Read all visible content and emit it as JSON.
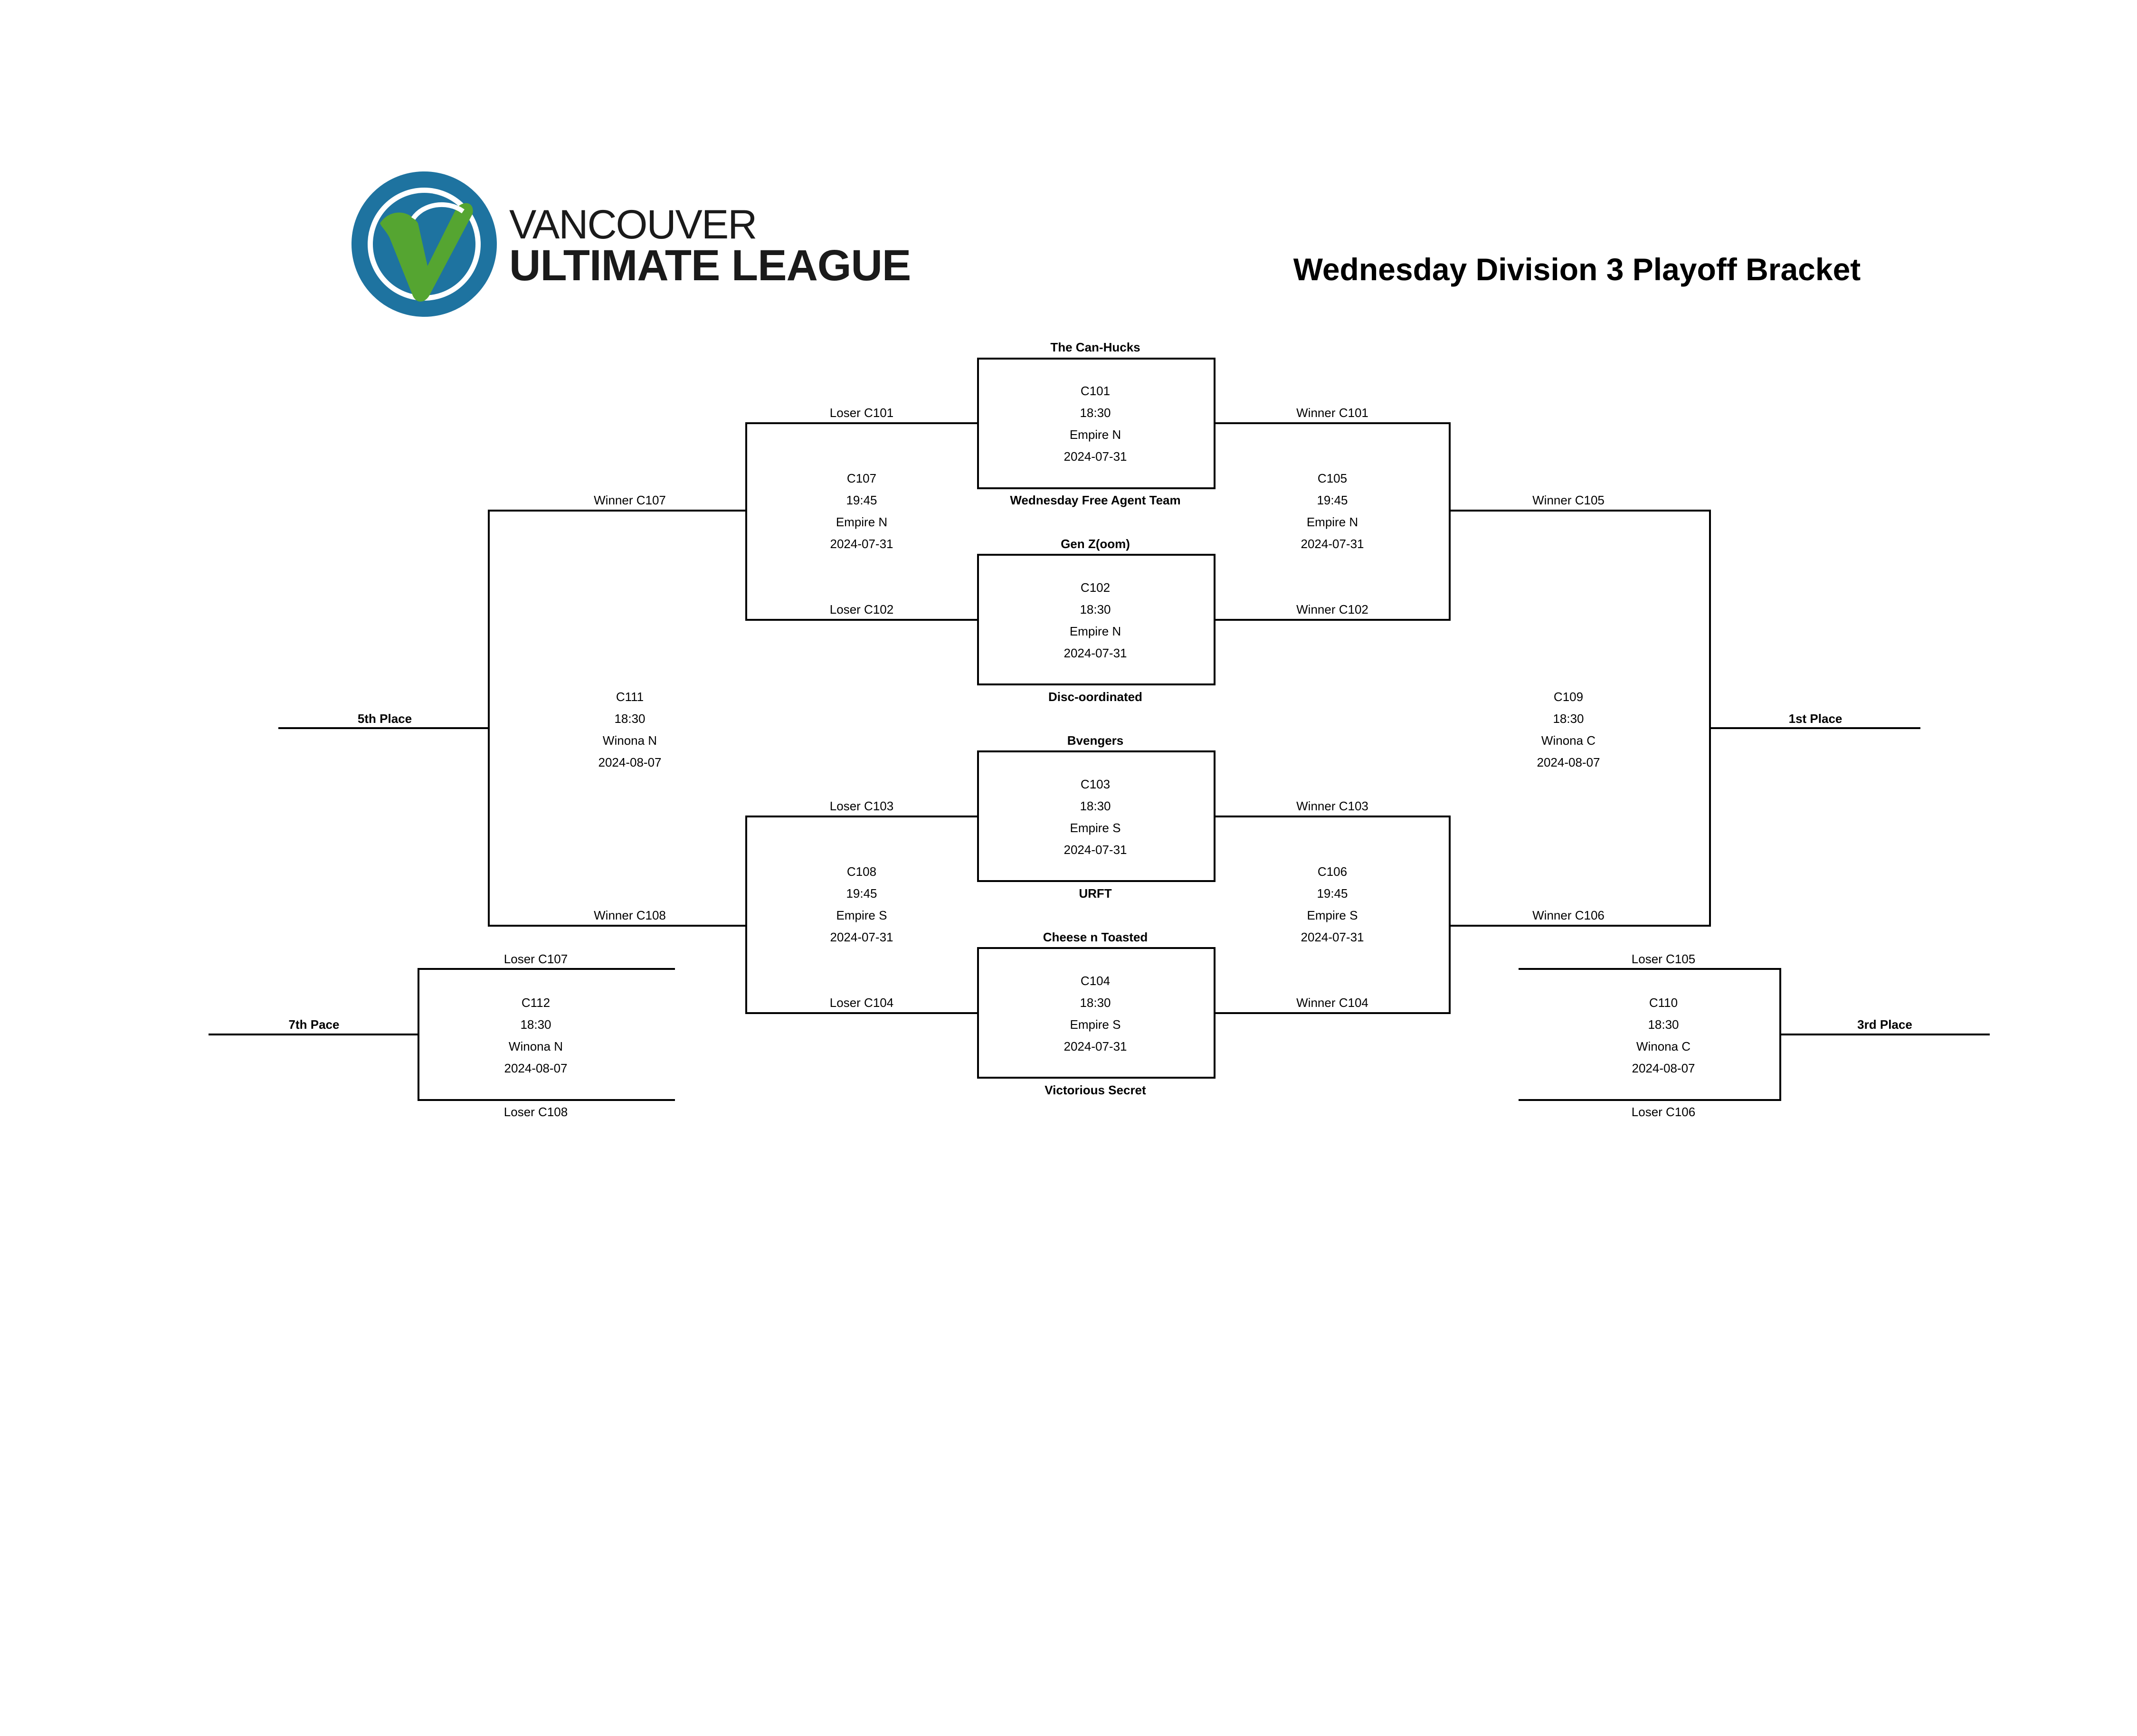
{
  "header": {
    "title": "Wednesday Division 3 Playoff Bracket",
    "logo": {
      "line1": "VANCOUVER",
      "line2": "ULTIMATE LEAGUE",
      "icon": "vul-v-logo-icon",
      "colors": {
        "ring": "#1e73a0",
        "v": "#55a531"
      }
    }
  },
  "teams": {
    "c101_top": "The Can-Hucks",
    "c101_bottom": "Wednesday Free Agent Team",
    "c102_top": "Gen Z(oom)",
    "c102_bottom": "Disc-oordinated",
    "c103_top": "Bvengers",
    "c103_bottom": "URFT",
    "c104_top": "Cheese n Toasted",
    "c104_bottom": "Victorious Secret"
  },
  "games": {
    "c101": {
      "id": "C101",
      "time": "18:30",
      "field": "Empire N",
      "date": "2024-07-31"
    },
    "c102": {
      "id": "C102",
      "time": "18:30",
      "field": "Empire N",
      "date": "2024-07-31"
    },
    "c103": {
      "id": "C103",
      "time": "18:30",
      "field": "Empire S",
      "date": "2024-07-31"
    },
    "c104": {
      "id": "C104",
      "time": "18:30",
      "field": "Empire S",
      "date": "2024-07-31"
    },
    "c105": {
      "id": "C105",
      "time": "19:45",
      "field": "Empire N",
      "date": "2024-07-31"
    },
    "c106": {
      "id": "C106",
      "time": "19:45",
      "field": "Empire S",
      "date": "2024-07-31"
    },
    "c107": {
      "id": "C107",
      "time": "19:45",
      "field": "Empire N",
      "date": "2024-07-31"
    },
    "c108": {
      "id": "C108",
      "time": "19:45",
      "field": "Empire S",
      "date": "2024-07-31"
    },
    "c109": {
      "id": "C109",
      "time": "18:30",
      "field": "Winona C",
      "date": "2024-08-07"
    },
    "c110": {
      "id": "C110",
      "time": "18:30",
      "field": "Winona C",
      "date": "2024-08-07"
    },
    "c111": {
      "id": "C111",
      "time": "18:30",
      "field": "Winona N",
      "date": "2024-08-07"
    },
    "c112": {
      "id": "C112",
      "time": "18:30",
      "field": "Winona N",
      "date": "2024-08-07"
    }
  },
  "slots": {
    "loser_c101": "Loser C101",
    "loser_c102": "Loser C102",
    "loser_c103": "Loser C103",
    "loser_c104": "Loser C104",
    "winner_c101": "Winner C101",
    "winner_c102": "Winner C102",
    "winner_c103": "Winner C103",
    "winner_c104": "Winner C104",
    "winner_c107": "Winner C107",
    "winner_c108": "Winner C108",
    "winner_c105": "Winner C105",
    "winner_c106": "Winner C106",
    "loser_c107": "Loser C107",
    "loser_c108": "Loser C108",
    "loser_c105": "Loser C105",
    "loser_c106": "Loser C106"
  },
  "places": {
    "first": "1st Place",
    "third": "3rd Place",
    "fifth": "5th Place",
    "seventh": "7th Pace"
  }
}
